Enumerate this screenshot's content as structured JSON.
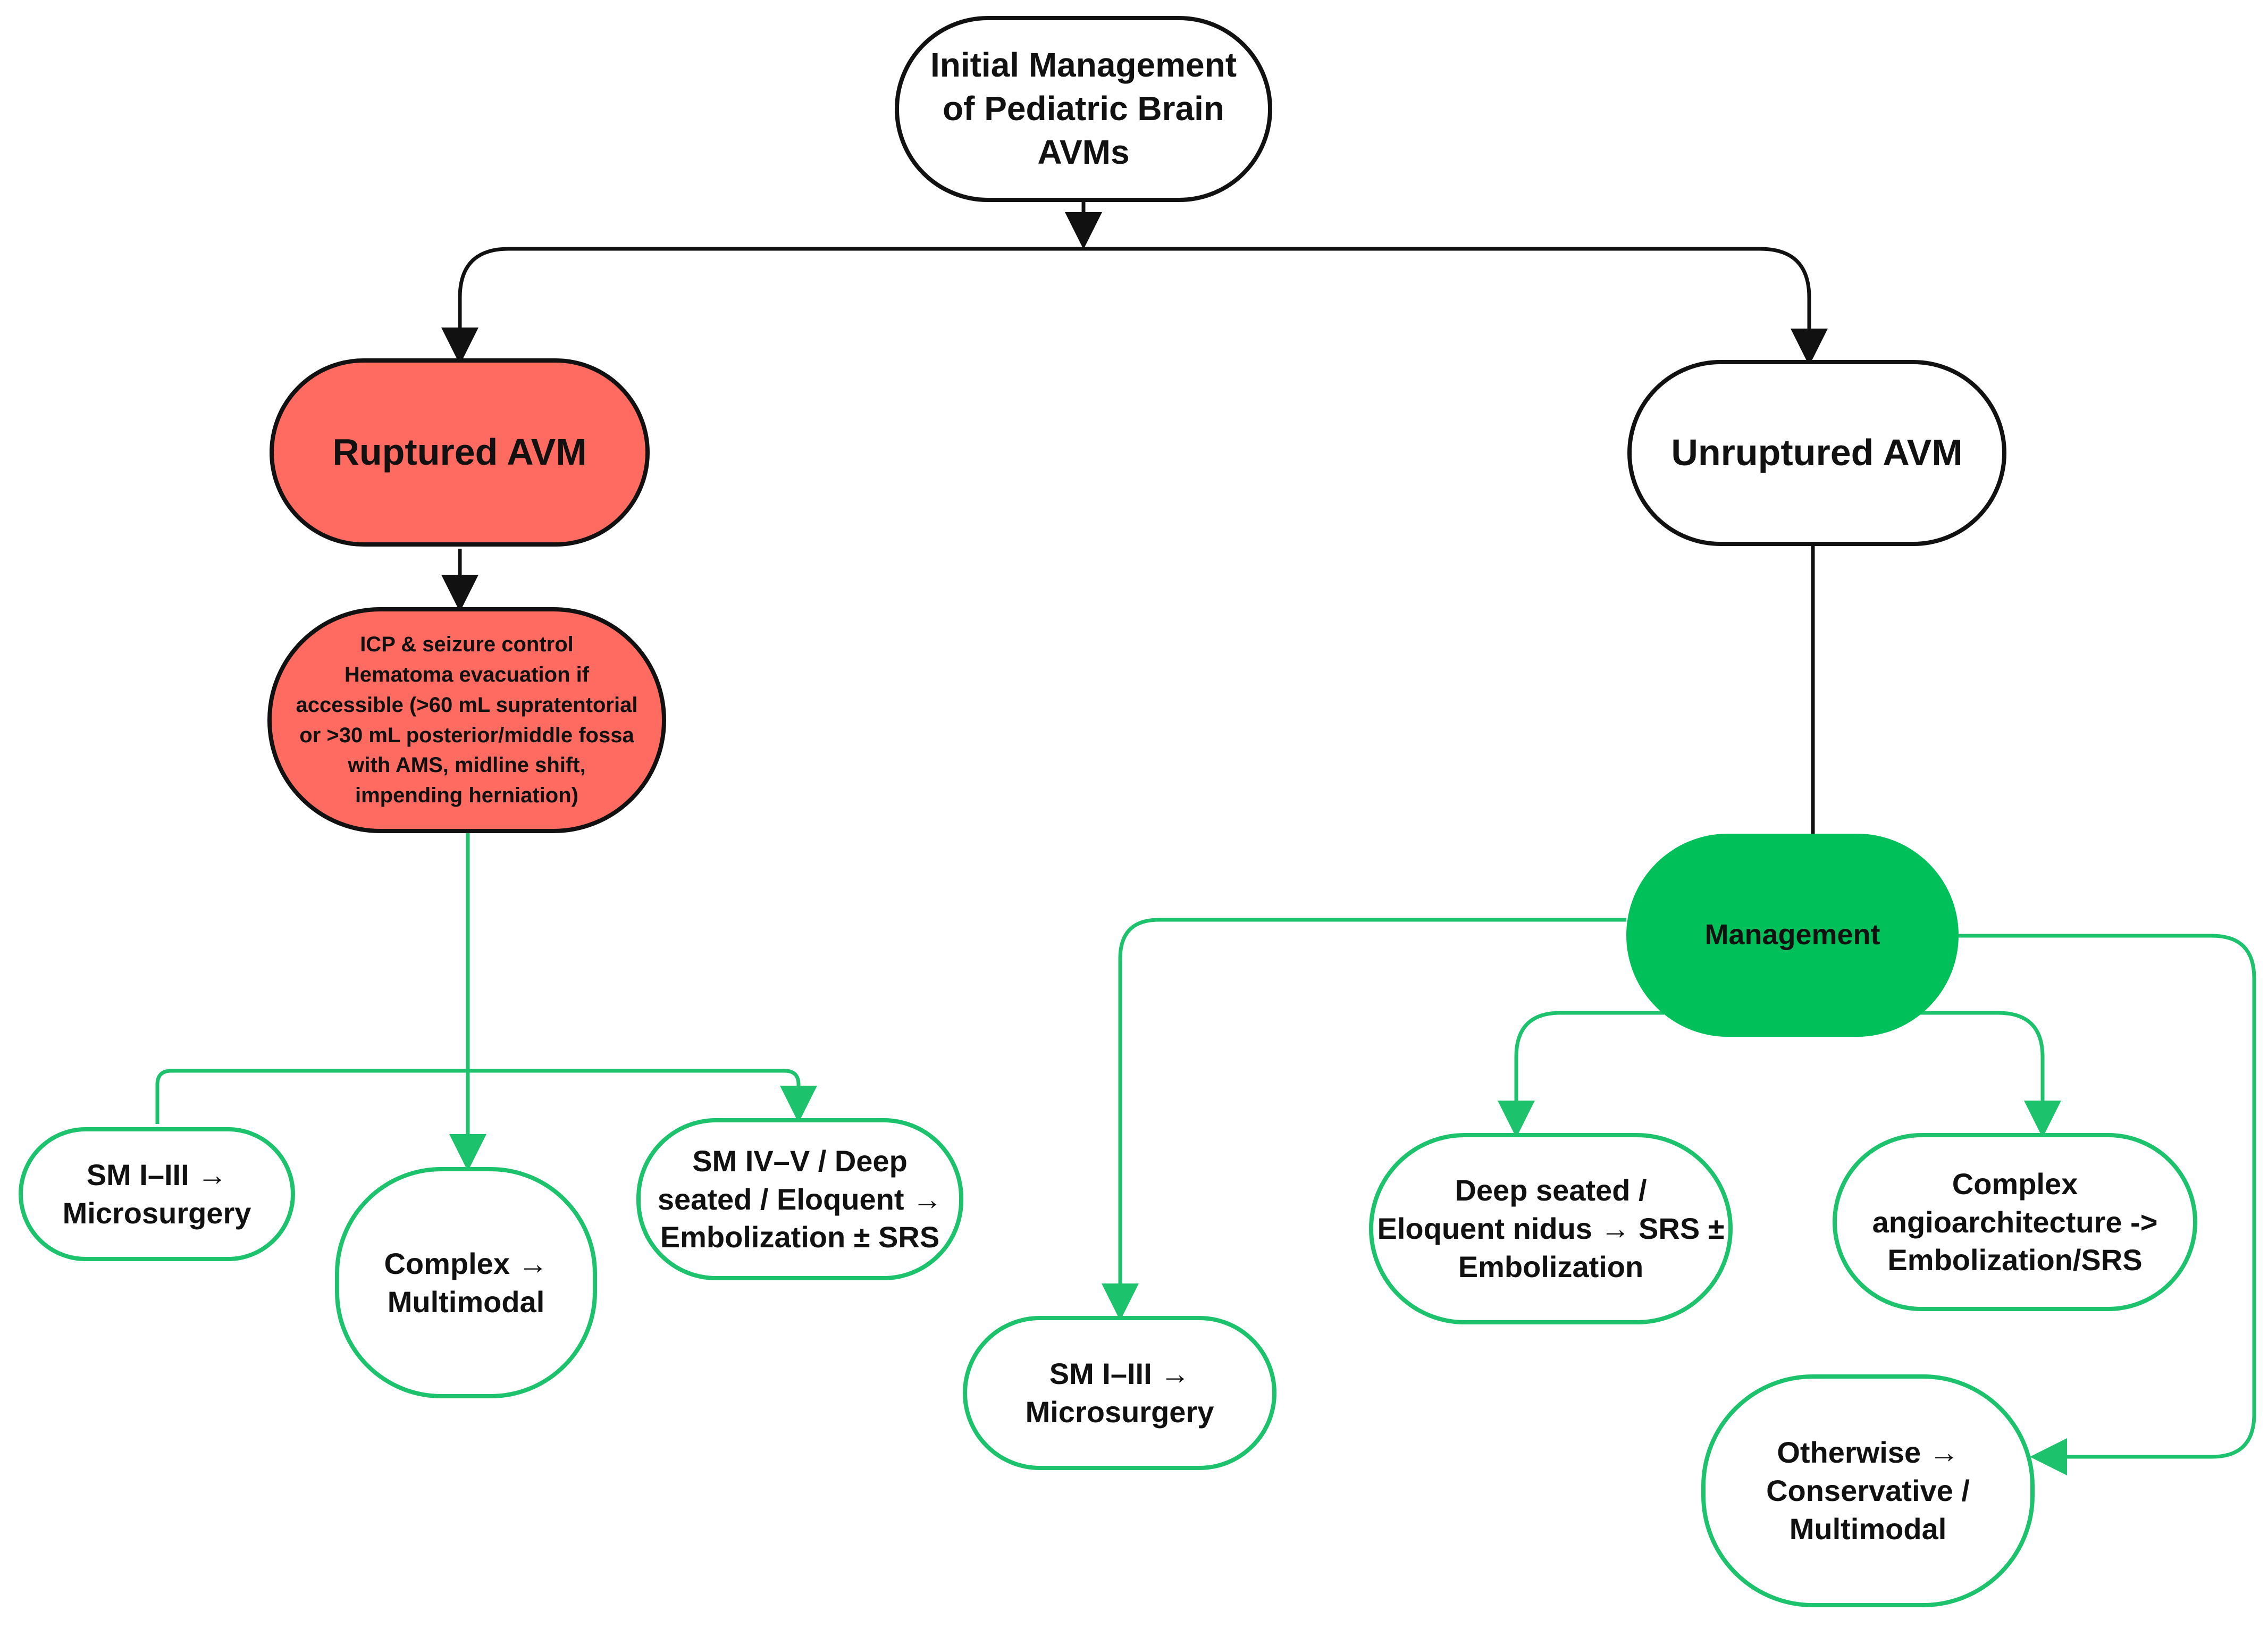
{
  "colors": {
    "line_black": "#111111",
    "line_green": "#1dc26c",
    "ruptured_fill": "#ff6b61",
    "management_fill": "#00c05a"
  },
  "nodes": {
    "title": "Initial Management\nof Pediatric Brain\nAVMs",
    "ruptured": "Ruptured AVM",
    "unruptured": "Unruptured AVM",
    "ruptured_initial": "ICP & seizure control\nHematoma evacuation if\naccessible (>60 mL supratentorial\nor >30 mL posterior/middle fossa\nwith AMS, midline shift,\nimpending herniation)",
    "management": "Management",
    "ruptured_opt1": "SM I–III →\nMicrosurgery",
    "ruptured_opt2": "Complex →\nMultimodal",
    "ruptured_opt3": "SM IV–V / Deep\nseated / Eloquent →\nEmbolization ± SRS",
    "unruptured_opt1": "SM I–III →\nMicrosurgery",
    "unruptured_opt2": "Deep seated /\nEloquent nidus → SRS ±\nEmbolization",
    "unruptured_opt3": "Complex\nangioarchitecture ->\nEmbolization/SRS",
    "unruptured_opt4": "Otherwise →\nConservative /\nMultimodal"
  }
}
